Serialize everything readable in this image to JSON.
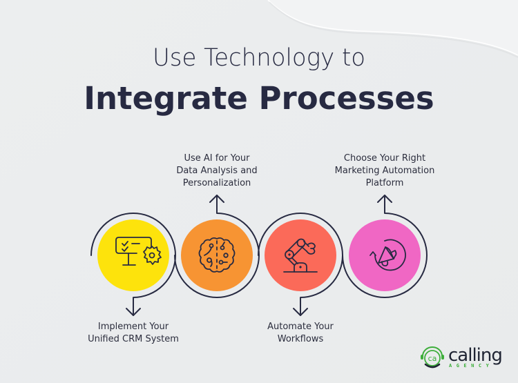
{
  "header": {
    "title_line1": "Use Technology to",
    "title_line2": "Integrate Processes"
  },
  "colors": {
    "background": "#eef0f1",
    "text": "#272a42",
    "line": "#272a42",
    "step1": "#fde30c",
    "step2": "#f79433",
    "step3": "#fb6a59",
    "step4": "#f067c4",
    "brand_green": "#3dae3a"
  },
  "steps": [
    {
      "label_lines": [
        "Implement Your",
        "Unified CRM System"
      ],
      "icon": "monitor-checklist-gear-icon",
      "color": "#fde30c",
      "arrow": "down"
    },
    {
      "label_lines": [
        "Use AI for Your",
        "Data Analysis and",
        "Personalization"
      ],
      "icon": "brain-ai-icon",
      "color": "#f79433",
      "arrow": "up"
    },
    {
      "label_lines": [
        "Automate Your",
        "Workflows"
      ],
      "icon": "robotic-arm-icon",
      "color": "#fb6a59",
      "arrow": "down"
    },
    {
      "label_lines": [
        "Choose Your Right",
        "Marketing Automation",
        "Platform"
      ],
      "icon": "megaphone-cycle-icon",
      "color": "#f067c4",
      "arrow": "up"
    }
  ],
  "logo": {
    "mark": "ca",
    "word": "calling",
    "sub": "AGENCY"
  }
}
